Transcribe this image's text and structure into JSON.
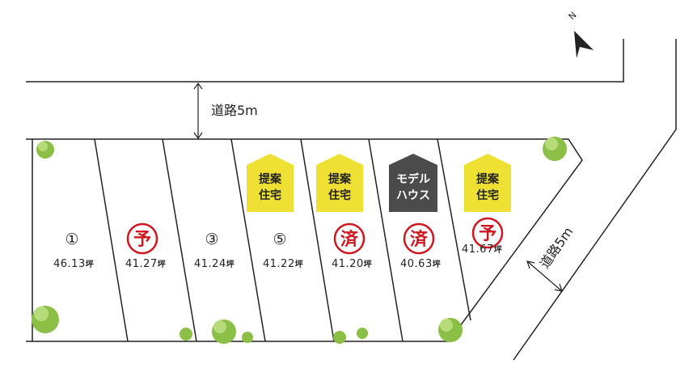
{
  "north_label": "N",
  "roads": {
    "top": "道路5m",
    "right": "道路5m"
  },
  "colors": {
    "line": "#222222",
    "badge_yellow": "#efe134",
    "badge_dark": "#4b4b4b",
    "stamp_red": "#d0161e",
    "tree": "#8bbf45"
  },
  "lots": [
    {
      "number": "①",
      "area": "46.13",
      "unit": "坪",
      "status": "",
      "badge": ""
    },
    {
      "number": "",
      "area": "41.27",
      "unit": "坪",
      "status": "予",
      "badge": ""
    },
    {
      "number": "③",
      "area": "41.24",
      "unit": "坪",
      "status": "",
      "badge": ""
    },
    {
      "number": "⑤",
      "area": "41.22",
      "unit": "坪",
      "status": "",
      "badge": "提案住宅"
    },
    {
      "number": "",
      "area": "41.20",
      "unit": "坪",
      "status": "済",
      "badge": "提案住宅"
    },
    {
      "number": "",
      "area": "40.63",
      "unit": "坪",
      "status": "済",
      "badge": "モデルハウス"
    },
    {
      "number": "",
      "area": "41.67",
      "unit": "坪",
      "status": "予",
      "badge": "提案住宅"
    }
  ],
  "badges": {
    "proposal_line1": "提案",
    "proposal_line2": "住宅",
    "model_line1": "モデル",
    "model_line2": "ハウス"
  }
}
